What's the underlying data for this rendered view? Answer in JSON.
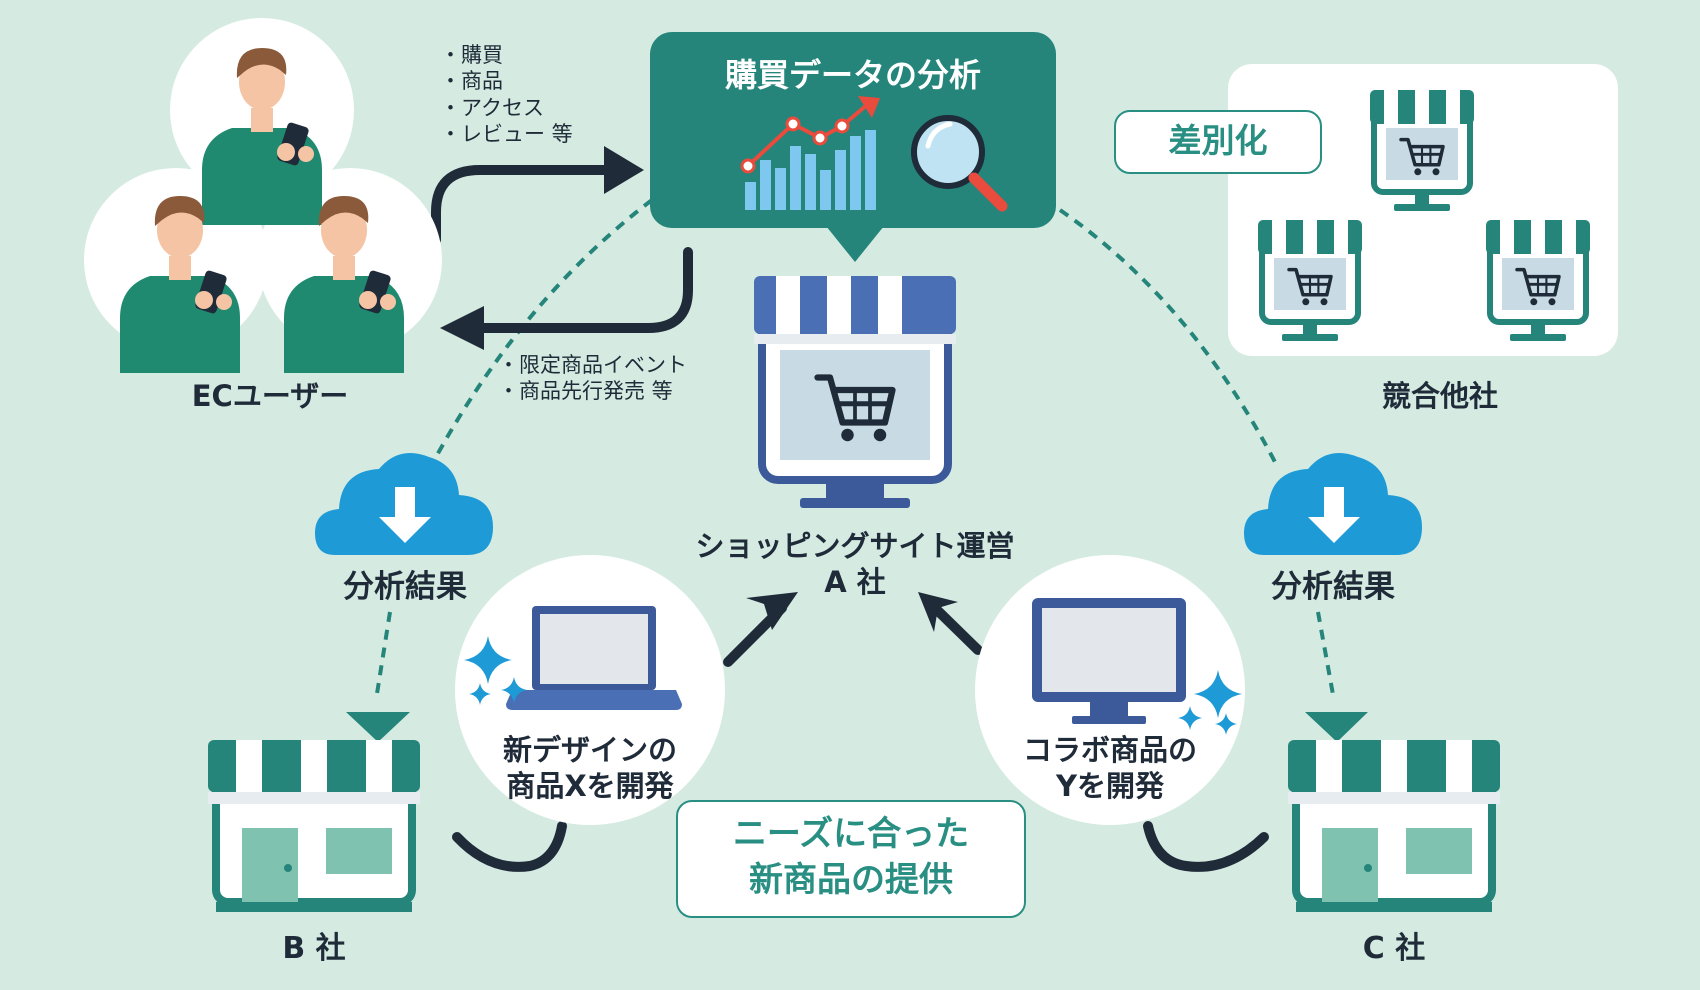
{
  "analysis": {
    "title": "購買データの分析",
    "inputs": [
      "購買",
      "商品",
      "アクセス",
      "レビュー 等"
    ],
    "outputs": [
      "限定商品イベント",
      "商品先行発売 等"
    ]
  },
  "ec_users": {
    "label": "ECユーザー"
  },
  "company_a": {
    "line1": "ショッピングサイト運営",
    "line2": "A 社"
  },
  "competitors": {
    "label": "競合他社",
    "badge": "差別化"
  },
  "results": {
    "left": "分析結果",
    "right": "分析結果"
  },
  "company_b": {
    "label": "B 社"
  },
  "company_c": {
    "label": "C 社"
  },
  "product_x": {
    "line1": "新デザインの",
    "line2": "商品Xを開発"
  },
  "product_y": {
    "line1": "コラボ商品の",
    "line2": "Yを開発"
  },
  "needs": {
    "line1": "ニーズに合った",
    "line2": "新商品の提供"
  },
  "colors": {
    "background": "#d5ebe1",
    "teal": "#25857a",
    "shirt": "#1f8a70",
    "navy": "#1f2b38",
    "cloud": "#1e9ad6",
    "screen_blue": "#3c5a9a"
  },
  "icons": [
    "person-with-phone-icon",
    "chart-icon",
    "magnifier-icon",
    "shop-monitor-icon",
    "cloud-download-icon",
    "store-icon",
    "laptop-icon",
    "desktop-monitor-icon",
    "sparkle-icon",
    "cart-icon"
  ]
}
